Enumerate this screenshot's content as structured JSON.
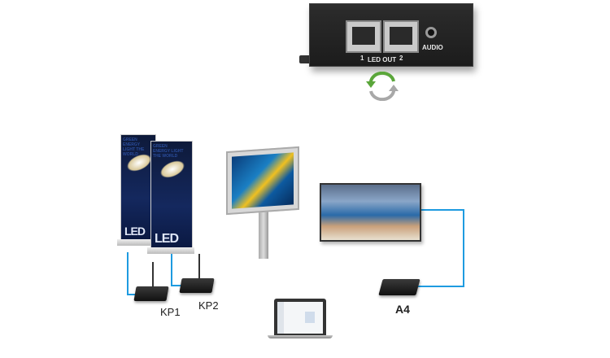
{
  "device": {
    "port_1": "1",
    "port_2": "2",
    "led_out": "LED OUT",
    "audio": "AUDIO"
  },
  "posters": [
    {
      "headline": "GREEN ENERGY LIGHT THE WORLD",
      "logo": "LED"
    },
    {
      "headline": "GREEN ENERGY LIGHT THE WORLD",
      "logo": "LED"
    }
  ],
  "labels": {
    "kp1": "KP1",
    "kp2": "KP2",
    "a4": "A4"
  },
  "colors": {
    "cable": "#1e9be0",
    "arrow_green": "#5aa63a",
    "arrow_gray": "#a8a8a8"
  },
  "icons": {
    "sync": "circular-arrows-icon"
  }
}
